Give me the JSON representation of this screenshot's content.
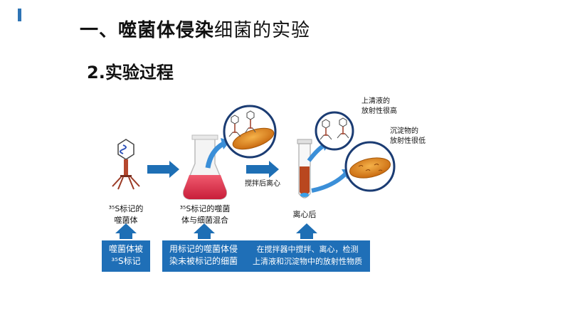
{
  "title": {
    "bold": "一、噬菌体侵染",
    "light": "细菌的实验"
  },
  "subtitle": "2.实验过程",
  "labels": {
    "phage_line1": "³⁵S标记的",
    "phage_line2": "噬菌体",
    "flask_line1": "³⁵S标记的噬菌",
    "flask_line2": "体与细菌混合",
    "centrifuge": "搅拌后离心",
    "tube": "离心后",
    "supernatant_line1": "上清液的",
    "supernatant_line2": "放射性很高",
    "sediment_line1": "沉淀物的",
    "sediment_line2": "放射性很低"
  },
  "boxes": {
    "box1_line1": "噬菌体被",
    "box1_line2": "³⁵S标记",
    "box2_line1": "用标记的噬菌体侵",
    "box2_line2": "染未被标记的细菌",
    "box3_line1": "在搅拌器中搅拌、离心，检测",
    "box3_line2": "上清液和沉淀物中的放射性物质"
  },
  "colors": {
    "accent": "#2e74b5",
    "box_blue": "#1f6fb7",
    "arrow_blue": "#1e6fb5",
    "bacteria": "#e08a1e",
    "liquid": "#e0304a"
  }
}
